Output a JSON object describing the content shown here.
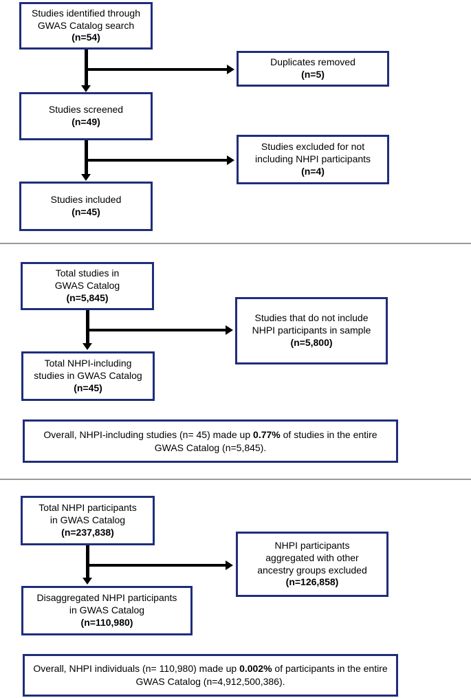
{
  "diagram": {
    "type": "flowchart",
    "topic": "NHPI representation in the GWAS Catalog",
    "colors": {
      "box_border": "#1F2D7B",
      "arrow": "#000000",
      "divider": "#9A9A9A",
      "background": "#FFFFFF",
      "text": "#000000"
    },
    "s1": {
      "identified": {
        "text": "Studies identified through\nGWAS Catalog search",
        "n": "(n=54)"
      },
      "duplicates": {
        "text": "Duplicates removed",
        "n": "(n=5)"
      },
      "screened": {
        "text": "Studies screened",
        "n": "(n=49)"
      },
      "excluded": {
        "text": "Studies excluded for not\nincluding NHPI participants",
        "n": "(n=4)"
      },
      "included": {
        "text": "Studies included",
        "n": "(n=45)"
      }
    },
    "s2": {
      "total": {
        "text": "Total studies in\nGWAS Catalog",
        "n": "(n=5,845)"
      },
      "not_include": {
        "text": "Studies that do not include\nNHPI participants in sample",
        "n": "(n=5,800)"
      },
      "nhpi_including": {
        "text": "Total NHPI-including\nstudies in GWAS Catalog",
        "n": "(n=45)"
      },
      "summary": {
        "pre": "Overall, NHPI-including studies (n= 45) made up ",
        "bold": "0.77%",
        "post": " of studies in the entire GWAS Catalog (n=5,845)."
      }
    },
    "s3": {
      "total": {
        "text": "Total NHPI participants\nin GWAS Catalog",
        "n": "(n=237,838)"
      },
      "aggregated": {
        "text": "NHPI participants\naggregated with other\nancestry groups excluded",
        "n": "(n=126,858)"
      },
      "disaggregated": {
        "text": "Disaggregated NHPI participants\nin GWAS Catalog",
        "n": "(n=110,980)"
      },
      "summary": {
        "pre": "Overall, NHPI individuals (n= 110,980) made up ",
        "bold": "0.002%",
        "post": " of participants in the entire GWAS Catalog (n=4,912,500,386)."
      }
    }
  }
}
